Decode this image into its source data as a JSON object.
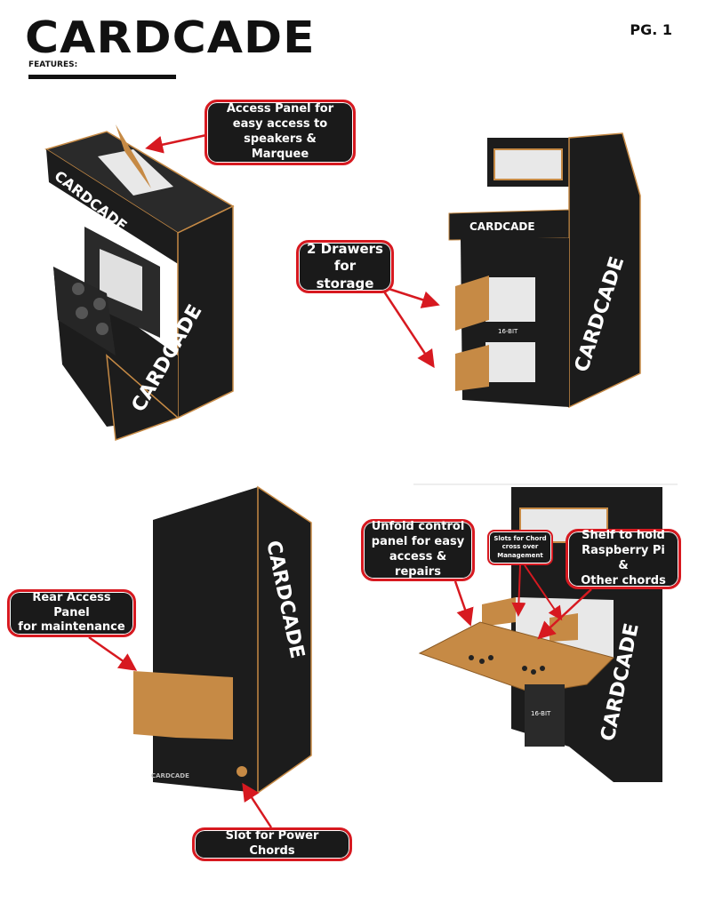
{
  "header": {
    "logo_text": "CARDCADE",
    "features_label": "FEATURES:",
    "page_number": "PG. 1"
  },
  "callouts": {
    "access_panel": "Access Panel for\neasy access to\nspeakers & Marquee",
    "drawers": "2 Drawers\nfor storage",
    "rear_access": "Rear Access Panel\nfor maintenance",
    "power_slot": "Slot for Power Chords",
    "unfold_panel": "Unfold control\npanel for easy\naccess & repairs",
    "chord_slots": "Slots for Chord\ncross over\nManagement",
    "shelf": "Shelf to hold\nRaspberry Pi &\nOther chords"
  },
  "cabinet_labels": {
    "side_logo": "CARDCADE",
    "marquee_logo": "CARDCADE",
    "drawer_label": "16-BIT",
    "rear_logo": "CARDCADE",
    "door_label": "16-BIT"
  },
  "colors": {
    "cabinet": "#1c1c1c",
    "cardboard": "#c68a45",
    "callout_border": "#d71920",
    "arrow": "#d71920"
  }
}
